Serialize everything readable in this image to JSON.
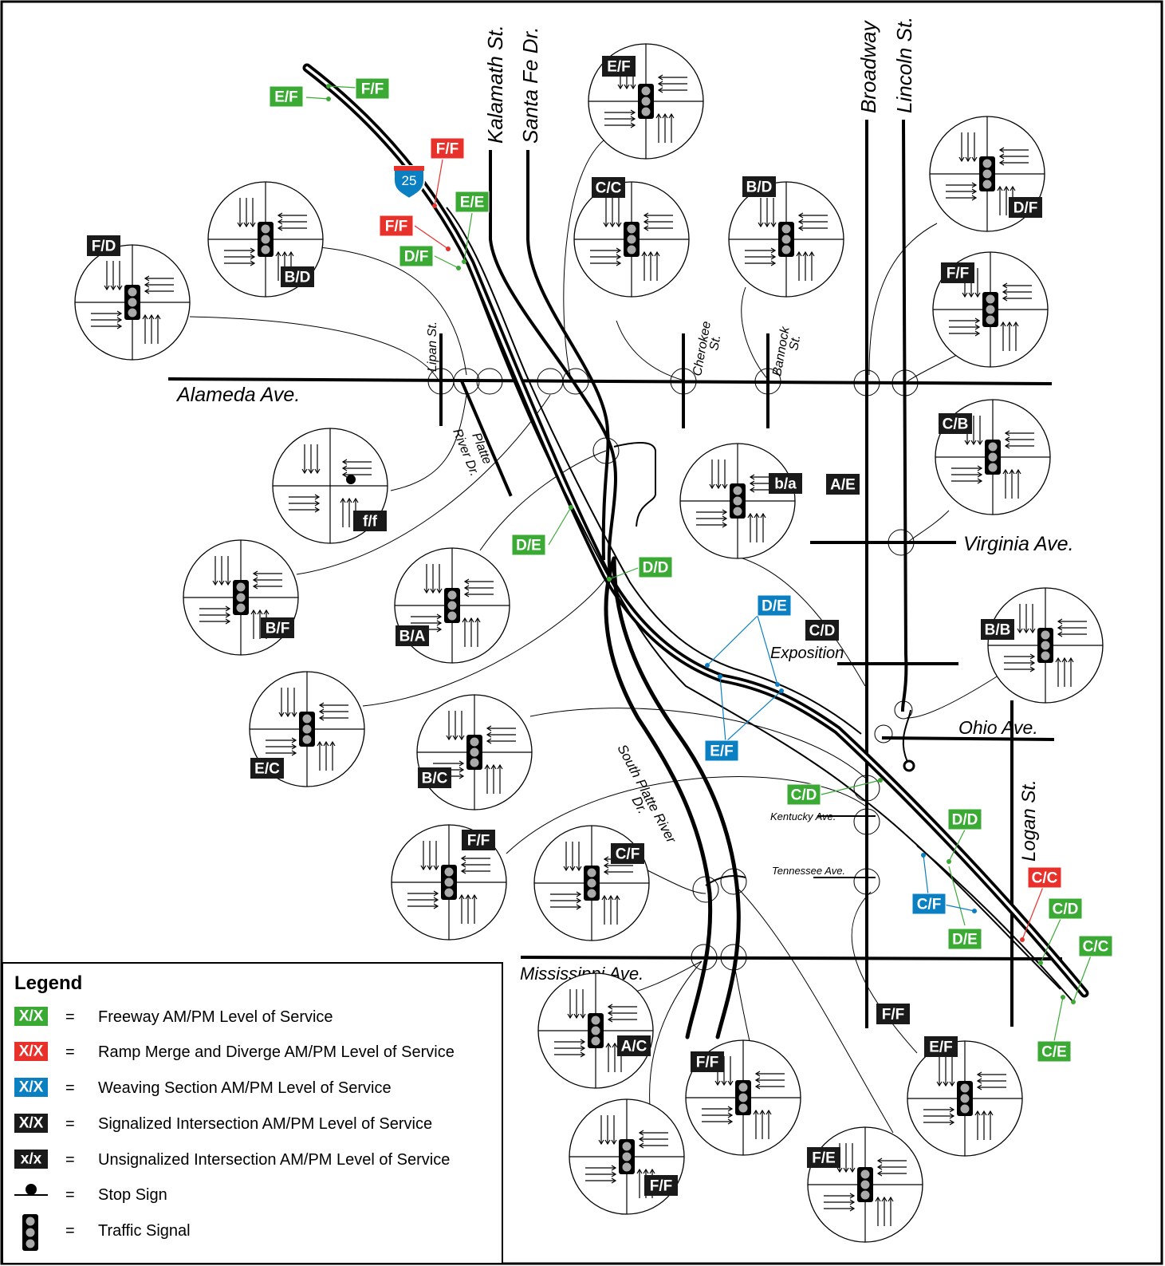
{
  "colors": {
    "freeway": "#3aaa35",
    "ramp": "#e8312a",
    "weaving": "#0a7fc2",
    "signalized": "#1a1a1a",
    "unsignalized": "#1a1a1a"
  },
  "shield": {
    "route": "25"
  },
  "streets": {
    "kalamath": "Kalamath St.",
    "santafe": "Santa Fe Dr.",
    "broadway": "Broadway",
    "lincoln": "Lincoln St.",
    "alameda": "Alameda Ave.",
    "lipan": "Lipan St.",
    "cherokee1": "Cherokee",
    "cherokee2": "St.",
    "bannock1": "Bannock",
    "bannock2": "St.",
    "platte1": "Platte",
    "platte2": "River Dr.",
    "virginia": "Virginia Ave.",
    "exposition": "Exposition",
    "ohio": "Ohio  Ave.",
    "kentucky": "Kentucky Ave.",
    "tennessee": "Tennessee Ave.",
    "mississippi": "Mississippi Ave.",
    "logan": "Logan St.",
    "splatte1": "South Platte River",
    "splatte2": "Dr."
  },
  "freeway_los": [
    {
      "id": "ff-top",
      "label": "F/F"
    },
    {
      "id": "ef-top",
      "label": "E/F"
    },
    {
      "id": "ee",
      "label": "E/E"
    },
    {
      "id": "df",
      "label": "D/F"
    },
    {
      "id": "de-mid",
      "label": "D/E"
    },
    {
      "id": "dd-mid",
      "label": "D/D"
    },
    {
      "id": "cd-ky",
      "label": "C/D"
    },
    {
      "id": "dd-se",
      "label": "D/D"
    },
    {
      "id": "de-se",
      "label": "D/E"
    },
    {
      "id": "cd-se",
      "label": "C/D"
    },
    {
      "id": "cc-se",
      "label": "C/C"
    },
    {
      "id": "ce-se",
      "label": "C/E"
    }
  ],
  "ramp_los": [
    {
      "id": "ff-ramp1",
      "label": "F/F"
    },
    {
      "id": "ff-ramp2",
      "label": "F/F"
    },
    {
      "id": "cc-ramp",
      "label": "C/C"
    }
  ],
  "weaving_los": [
    {
      "id": "de-weave",
      "label": "D/E"
    },
    {
      "id": "ef-weave",
      "label": "E/F"
    },
    {
      "id": "cf-weave",
      "label": "C/F"
    }
  ],
  "intersection_los": [
    {
      "id": "ef-ne",
      "label": "E/F"
    },
    {
      "id": "df-ne",
      "label": "D/F"
    },
    {
      "id": "fd-w",
      "label": "F/D"
    },
    {
      "id": "bd-w",
      "label": "B/D"
    },
    {
      "id": "cc",
      "label": "C/C"
    },
    {
      "id": "bd-cher",
      "label": "B/D"
    },
    {
      "id": "ff-ne2",
      "label": "F/F"
    },
    {
      "id": "cb",
      "label": "C/B"
    },
    {
      "id": "ae",
      "label": "A/E"
    },
    {
      "id": "ba-un",
      "label": "b/a"
    },
    {
      "id": "ff-un",
      "label": "f/f"
    },
    {
      "id": "bf",
      "label": "B/F"
    },
    {
      "id": "ba",
      "label": "B/A"
    },
    {
      "id": "cd-expo",
      "label": "C/D"
    },
    {
      "id": "bb",
      "label": "B/B"
    },
    {
      "id": "ec",
      "label": "E/C"
    },
    {
      "id": "bc",
      "label": "B/C"
    },
    {
      "id": "ff-sw",
      "label": "F/F"
    },
    {
      "id": "cf",
      "label": "C/F"
    },
    {
      "id": "ff-miss",
      "label": "F/F"
    },
    {
      "id": "ac",
      "label": "A/C"
    },
    {
      "id": "ff-s1",
      "label": "F/F"
    },
    {
      "id": "ef-s",
      "label": "E/F"
    },
    {
      "id": "ff-s2",
      "label": "F/F"
    },
    {
      "id": "fe-s",
      "label": "F/E"
    }
  ],
  "legend": {
    "title": "Legend",
    "sample": "X/X",
    "sample_lower": "x/x",
    "eq": "=",
    "freeway": "Freeway AM/PM Level of Service",
    "ramp": "Ramp Merge and Diverge AM/PM Level of Service",
    "weaving": "Weaving Section AM/PM Level of Service",
    "signalized": "Signalized Intersection AM/PM Level of Service",
    "unsignalized": "Unsignalized Intersection AM/PM Level of Service",
    "stop": "Stop Sign",
    "signal": "Traffic Signal"
  }
}
